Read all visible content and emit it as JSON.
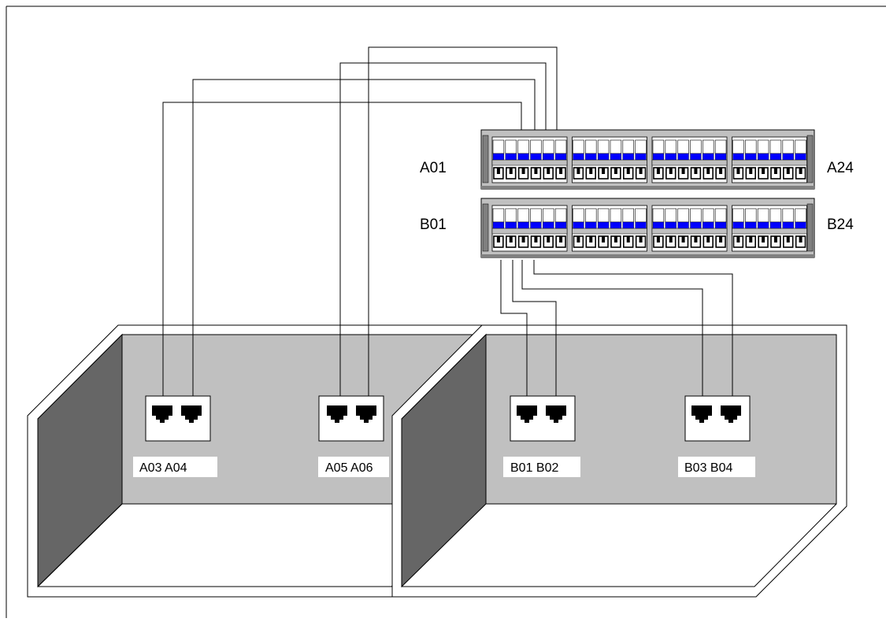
{
  "patch_panels": [
    {
      "id": "A",
      "left_label": "A01",
      "right_label": "A24",
      "ports": 24
    },
    {
      "id": "B",
      "left_label": "B01",
      "right_label": "B24",
      "ports": 24
    }
  ],
  "wall_plates": [
    {
      "label": "A03 A04"
    },
    {
      "label": "A05 A06"
    },
    {
      "label": "B01 B02"
    },
    {
      "label": "B03 B04"
    }
  ],
  "colors": {
    "background": "#ffffff",
    "frame": "#000000",
    "panel_face": "#c0c0c0",
    "panel_dark": "#808080",
    "port_label_strip": "#0000ff",
    "room_back_wall": "#c0c0c0",
    "room_side_wall": "#666666",
    "cable": "#000000"
  }
}
